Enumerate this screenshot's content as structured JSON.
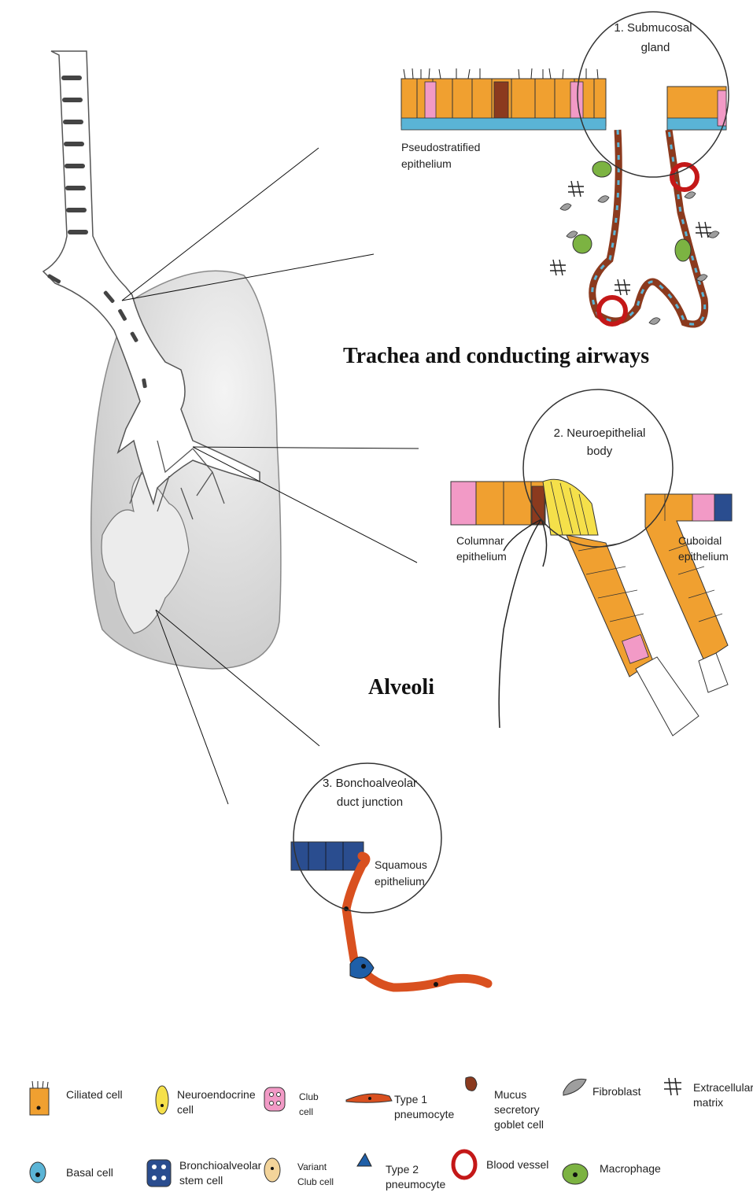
{
  "headings": {
    "trachea": "Trachea and conducting airways",
    "alveoli": "Alveoli"
  },
  "insets": {
    "gland": {
      "title_line1": "1. Submucosal",
      "title_line2": "gland",
      "label_line1": "Pseudostratified",
      "label_line2": "epithelium"
    },
    "neb": {
      "title_line1": "2. Neuroepithelial",
      "title_line2": "body",
      "left_line1": "Columnar",
      "left_line2": "epithelium",
      "right_line1": "Cuboidal",
      "right_line2": "epithelium"
    },
    "badj": {
      "title_line1": "3. Bonchoalveolar",
      "title_line2": "duct junction",
      "label_line1": "Squamous",
      "label_line2": "epithelium"
    }
  },
  "legend": {
    "ciliated": "Ciliated cell",
    "neuroendocrine_1": "Neuroendocrine",
    "neuroendocrine_2": "cell",
    "club_1": "Club",
    "club_2": "cell",
    "type1_1": "Type 1",
    "type1_2": "pneumocyte",
    "mucus_1": "Mucus",
    "mucus_2": "secretory",
    "mucus_3": "goblet cell",
    "fibroblast": "Fibroblast",
    "ecm_1": "Extracellular",
    "ecm_2": "matrix",
    "basal": "Basal cell",
    "basc_1": "Bronchioalveolar",
    "basc_2": "stem cell",
    "variant_1": "Variant",
    "variant_2": "Club cell",
    "type2_1": "Type 2",
    "type2_2": "pneumocyte",
    "vessel": "Blood vessel",
    "macrophage": "Macrophage"
  },
  "colors": {
    "ciliated": "#f0a030",
    "basal": "#5ab4d6",
    "club": "#f29ac6",
    "goblet": "#8b3a1e",
    "neuroendocrine": "#f5e04a",
    "variant": "#f3d49a",
    "basc": "#2a4d8f",
    "type1": "#d9501f",
    "type2": "#1f5fa8",
    "vessel": "#c41818",
    "macrophage": "#7cb342",
    "fibroblast": "#9e9e9e"
  }
}
